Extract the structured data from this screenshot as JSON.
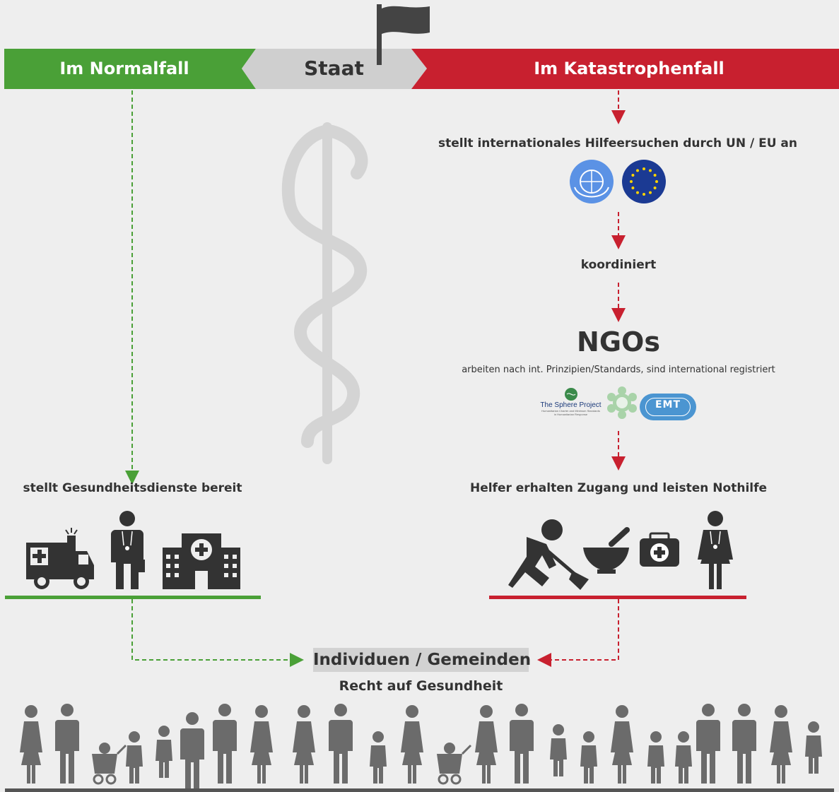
{
  "header": {
    "normal_label": "Im Normalfall",
    "state_label": "Staat",
    "disaster_label": "Im Katastrophenfall",
    "colors": {
      "normal": "#4aa037",
      "disaster": "#c8202f",
      "state": "#cfcfcf"
    }
  },
  "normal_path": {
    "step_label": "stellt Gesundheitsdienste bereit",
    "icons": [
      "ambulance-icon",
      "doctor-icon",
      "hospital-icon"
    ]
  },
  "disaster_path": {
    "step1": "stellt internationales Hilfeersuchen durch UN / EU an",
    "logos": [
      "un-logo",
      "eu-logo"
    ],
    "step2": "koordiniert",
    "ngo_title": "NGOs",
    "ngo_sub": "arbeiten nach int. Prinzipien/Standards, sind international registriert",
    "standards": {
      "sphere_title": "The Sphere Project",
      "sphere_sub1": "Humanitarian Charter and Minimum Standards",
      "sphere_sub2": "in Humanitarian Response",
      "emt_label": "EMT"
    },
    "step3": "Helfer erhalten Zugang und leisten Nothilfe",
    "icons": [
      "worker-shovel-icon",
      "mortar-pestle-icon",
      "first-aid-kit-icon",
      "female-doctor-icon"
    ]
  },
  "target": {
    "title": "Individuen / Gemeinden",
    "subtitle": "Recht auf Gesundheit"
  },
  "background_icon": "rod-of-asclepius-icon"
}
